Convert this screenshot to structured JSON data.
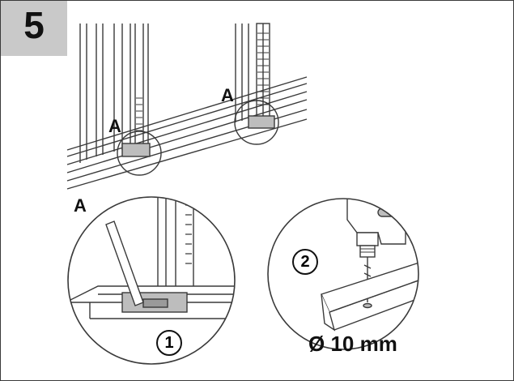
{
  "step": {
    "number": "5"
  },
  "labels": {
    "callout_left": "A",
    "callout_right": "A",
    "detail_label": "A",
    "sub_step_1": "1",
    "sub_step_2": "2",
    "drill_size": "Ø 10 mm"
  },
  "colors": {
    "step_box": "#c9c9c9",
    "line": "#3a3a3a",
    "shade": "#bdbdbd",
    "text": "#111111"
  },
  "icons": [
    "leveling-foot-icon",
    "drill-icon",
    "rail-icon",
    "lever-tool-icon"
  ]
}
